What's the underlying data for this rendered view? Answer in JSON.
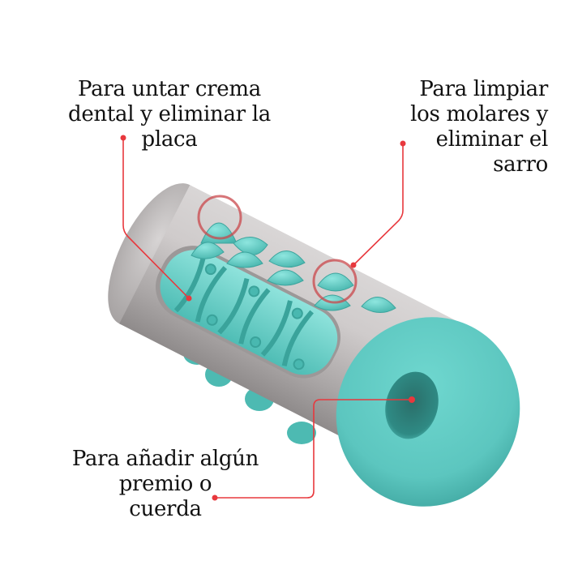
{
  "image": {
    "subject": "dog-chew-toothbrush-toy",
    "colors": {
      "background": "#ffffff",
      "body_gray": "#bdb9b9",
      "accent_teal": "#5fcfc8",
      "teal_dark": "#2f8f88",
      "callout_red": "#e8383d",
      "text": "#111111"
    }
  },
  "callouts": [
    {
      "id": "top-left",
      "lines": [
        "Para untar crema",
        "dental y eliminar la",
        "placa"
      ],
      "target": "toothpaste-groove-panel"
    },
    {
      "id": "top-right",
      "lines": [
        "Para limpiar",
        "los molares y",
        "eliminar el",
        "sarro"
      ],
      "target": "molar-cleaning-spikes"
    },
    {
      "id": "bottom-left",
      "lines": [
        "Para añadir algún",
        "premio o",
        "cuerda"
      ],
      "target": "end-hole"
    }
  ]
}
